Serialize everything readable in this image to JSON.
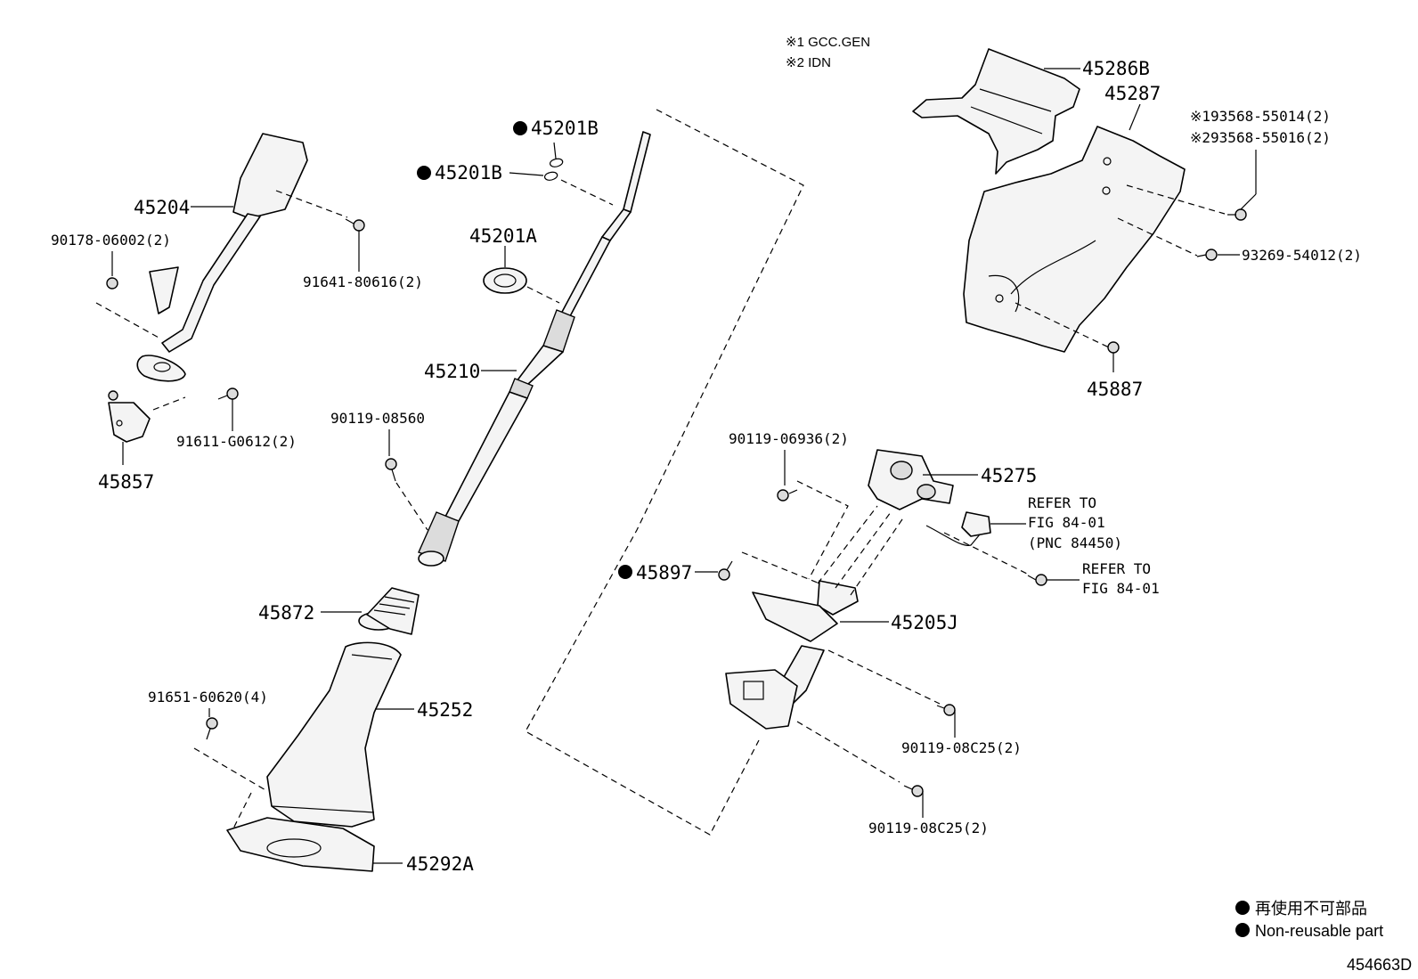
{
  "notes": {
    "note1": "※1 GCC.GEN",
    "note2": "※2 IDN"
  },
  "labels": {
    "p45286B": "45286B",
    "p45287": "45287",
    "p193568": "※193568-55014(2)",
    "p293568": "※293568-55016(2)",
    "p93269": "93269-54012(2)",
    "p45887": "45887",
    "p45201B_top": "45201B",
    "p45201B_2": "45201B",
    "p45201A": "45201A",
    "p45210": "45210",
    "p90119_08560": "90119-08560",
    "p45204": "45204",
    "p90178": "90178-06002(2)",
    "p91641": "91641-80616(2)",
    "p91611": "91611-G0612(2)",
    "p45857": "45857",
    "p45872": "45872",
    "p91651": "91651-60620(4)",
    "p45252": "45252",
    "p45292A": "45292A",
    "p45897": "45897",
    "p90119_06936": "90119-06936(2)",
    "p45275": "45275",
    "refer1_line1": "REFER TO",
    "refer1_line2": "FIG 84-01",
    "refer1_line3": "(PNC 84450)",
    "refer2_line1": "REFER TO",
    "refer2_line2": "FIG 84-01",
    "p45205J": "45205J",
    "p90119_08C25_a": "90119-08C25(2)",
    "p90119_08C25_b": "90119-08C25(2)"
  },
  "legend": {
    "jp": "再使用不可部品",
    "en": "Non-reusable part"
  },
  "figure_id": "454663D"
}
